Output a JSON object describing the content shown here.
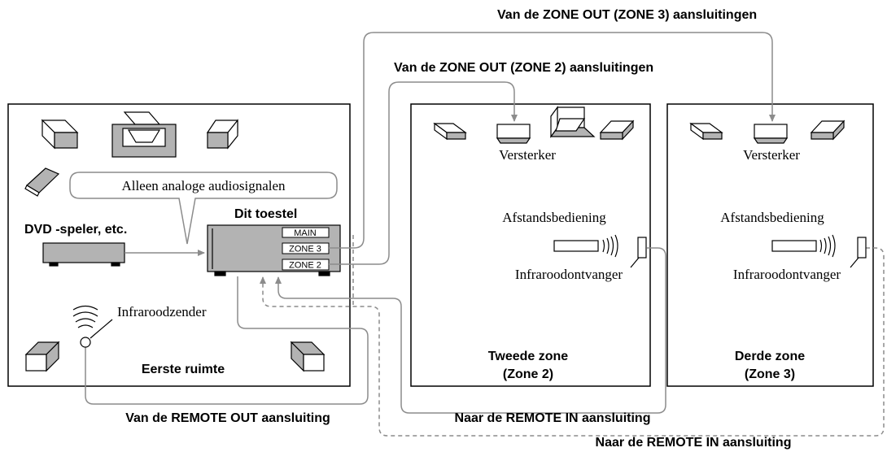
{
  "labels": {
    "zone3_out": "Van de ZONE OUT (ZONE 3) aansluitingen",
    "zone2_out": "Van de ZONE OUT (ZONE 2) aansluitingen",
    "analog_only": "Alleen analoge audiosignalen",
    "this_unit": "Dit toestel",
    "dvd_player": "DVD -speler, etc.",
    "main_jack": "MAIN",
    "zone3_jack": "ZONE 3",
    "zone2_jack": "ZONE 2",
    "ir_emitter": "Infraroodzender",
    "first_room": "Eerste ruimte",
    "remote_out": "Van de REMOTE OUT aansluiting",
    "remote_in_zone2": "Naar de REMOTE IN aansluiting",
    "remote_in_zone3": "Naar de REMOTE IN aansluiting",
    "zone2_amp": "Versterker",
    "zone2_remote": "Afstandsbediening",
    "zone2_receiver": "Infraroodontvanger",
    "zone2_name_1": "Tweede zone",
    "zone2_name_2": "(Zone 2)",
    "zone3_amp": "Versterker",
    "zone3_remote": "Afstandsbediening",
    "zone3_receiver": "Infraroodontvanger",
    "zone3_name_1": "Derde zone",
    "zone3_name_2": "(Zone 3)"
  },
  "colors": {
    "line": "#000000",
    "cable": "#8c8c8c",
    "speaker_shade": "#b3b3b3"
  }
}
